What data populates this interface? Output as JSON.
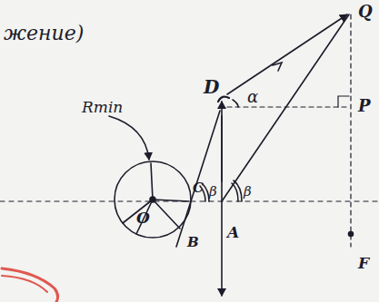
{
  "diagram": {
    "labels": [
      "жение)",
      "Rmin",
      "O",
      "C",
      "B",
      "β",
      "β",
      "D",
      "α",
      "Q",
      "P",
      "A",
      "F"
    ]
  }
}
